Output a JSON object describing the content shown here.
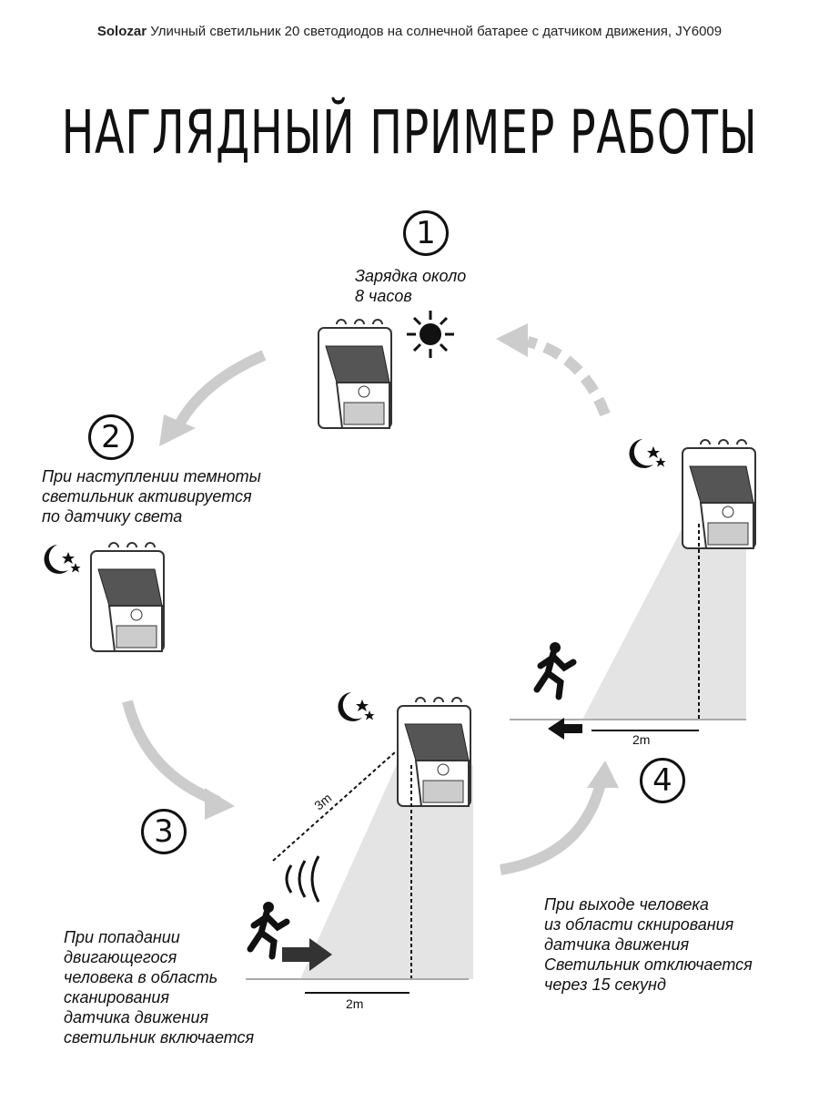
{
  "header": {
    "brand": "Solozar",
    "product": "Уличный светильник 20 светодиодов на солнечной батарее с датчиком движения, JY6009"
  },
  "title": "НАГЛЯДНЫЙ ПРИМЕР РАБОТЫ",
  "steps": [
    {
      "number": "1",
      "text": [
        "Зарядка около",
        "8 часов"
      ]
    },
    {
      "number": "2",
      "text": [
        "При наступлении темноты",
        "светильник активируется",
        "по датчику света"
      ]
    },
    {
      "number": "3",
      "text": [
        "При попадании",
        "двигающегося",
        "человека в область",
        "сканирования",
        "датчика движения",
        "светильник включается"
      ],
      "distance_diag": "3m",
      "distance_ground": "2m"
    },
    {
      "number": "4",
      "text": [
        "При выходе человека",
        "из области скнирования",
        "датчика движения",
        "Светильник отключается",
        "через 15 секунд"
      ],
      "distance_ground": "2m"
    }
  ]
}
